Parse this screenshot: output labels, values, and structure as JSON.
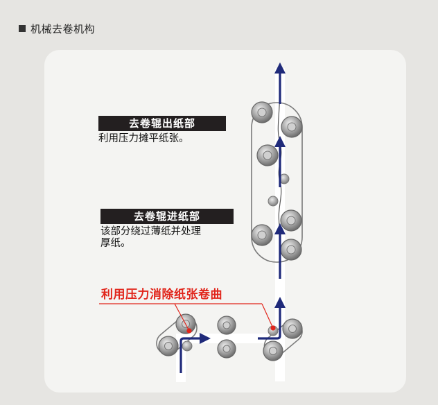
{
  "section_title": "机械去卷机构",
  "exit_label": "去卷辊出纸部",
  "exit_desc": "利用压力摊平纸张。",
  "entry_label": "去卷辊进纸部",
  "entry_desc_line1": "该部分绕过薄纸并处理",
  "entry_desc_line2": "厚纸。",
  "decurl_label": "利用压力消除纸张卷曲",
  "colors": {
    "arrow": "#1f2a7a",
    "red": "#e1251b",
    "label_bg": "#231f20",
    "panel": "#f4f4f2",
    "roller": "#8c8c8c"
  }
}
